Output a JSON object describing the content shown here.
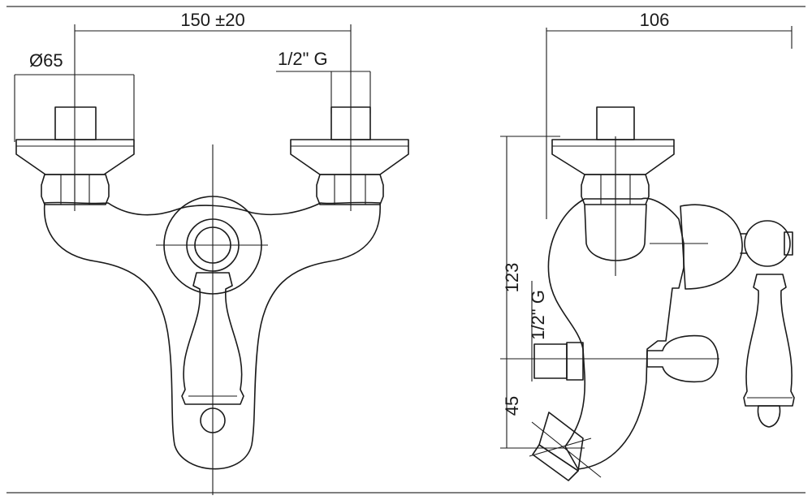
{
  "dimensions": {
    "spacing": "150 ±20",
    "flange_diameter": "Ø65",
    "inlet_thread_front": "1/2\" G",
    "depth": "106",
    "height": "123",
    "outlet_thread_side": "1/2\" G",
    "spout_offset": "45"
  }
}
